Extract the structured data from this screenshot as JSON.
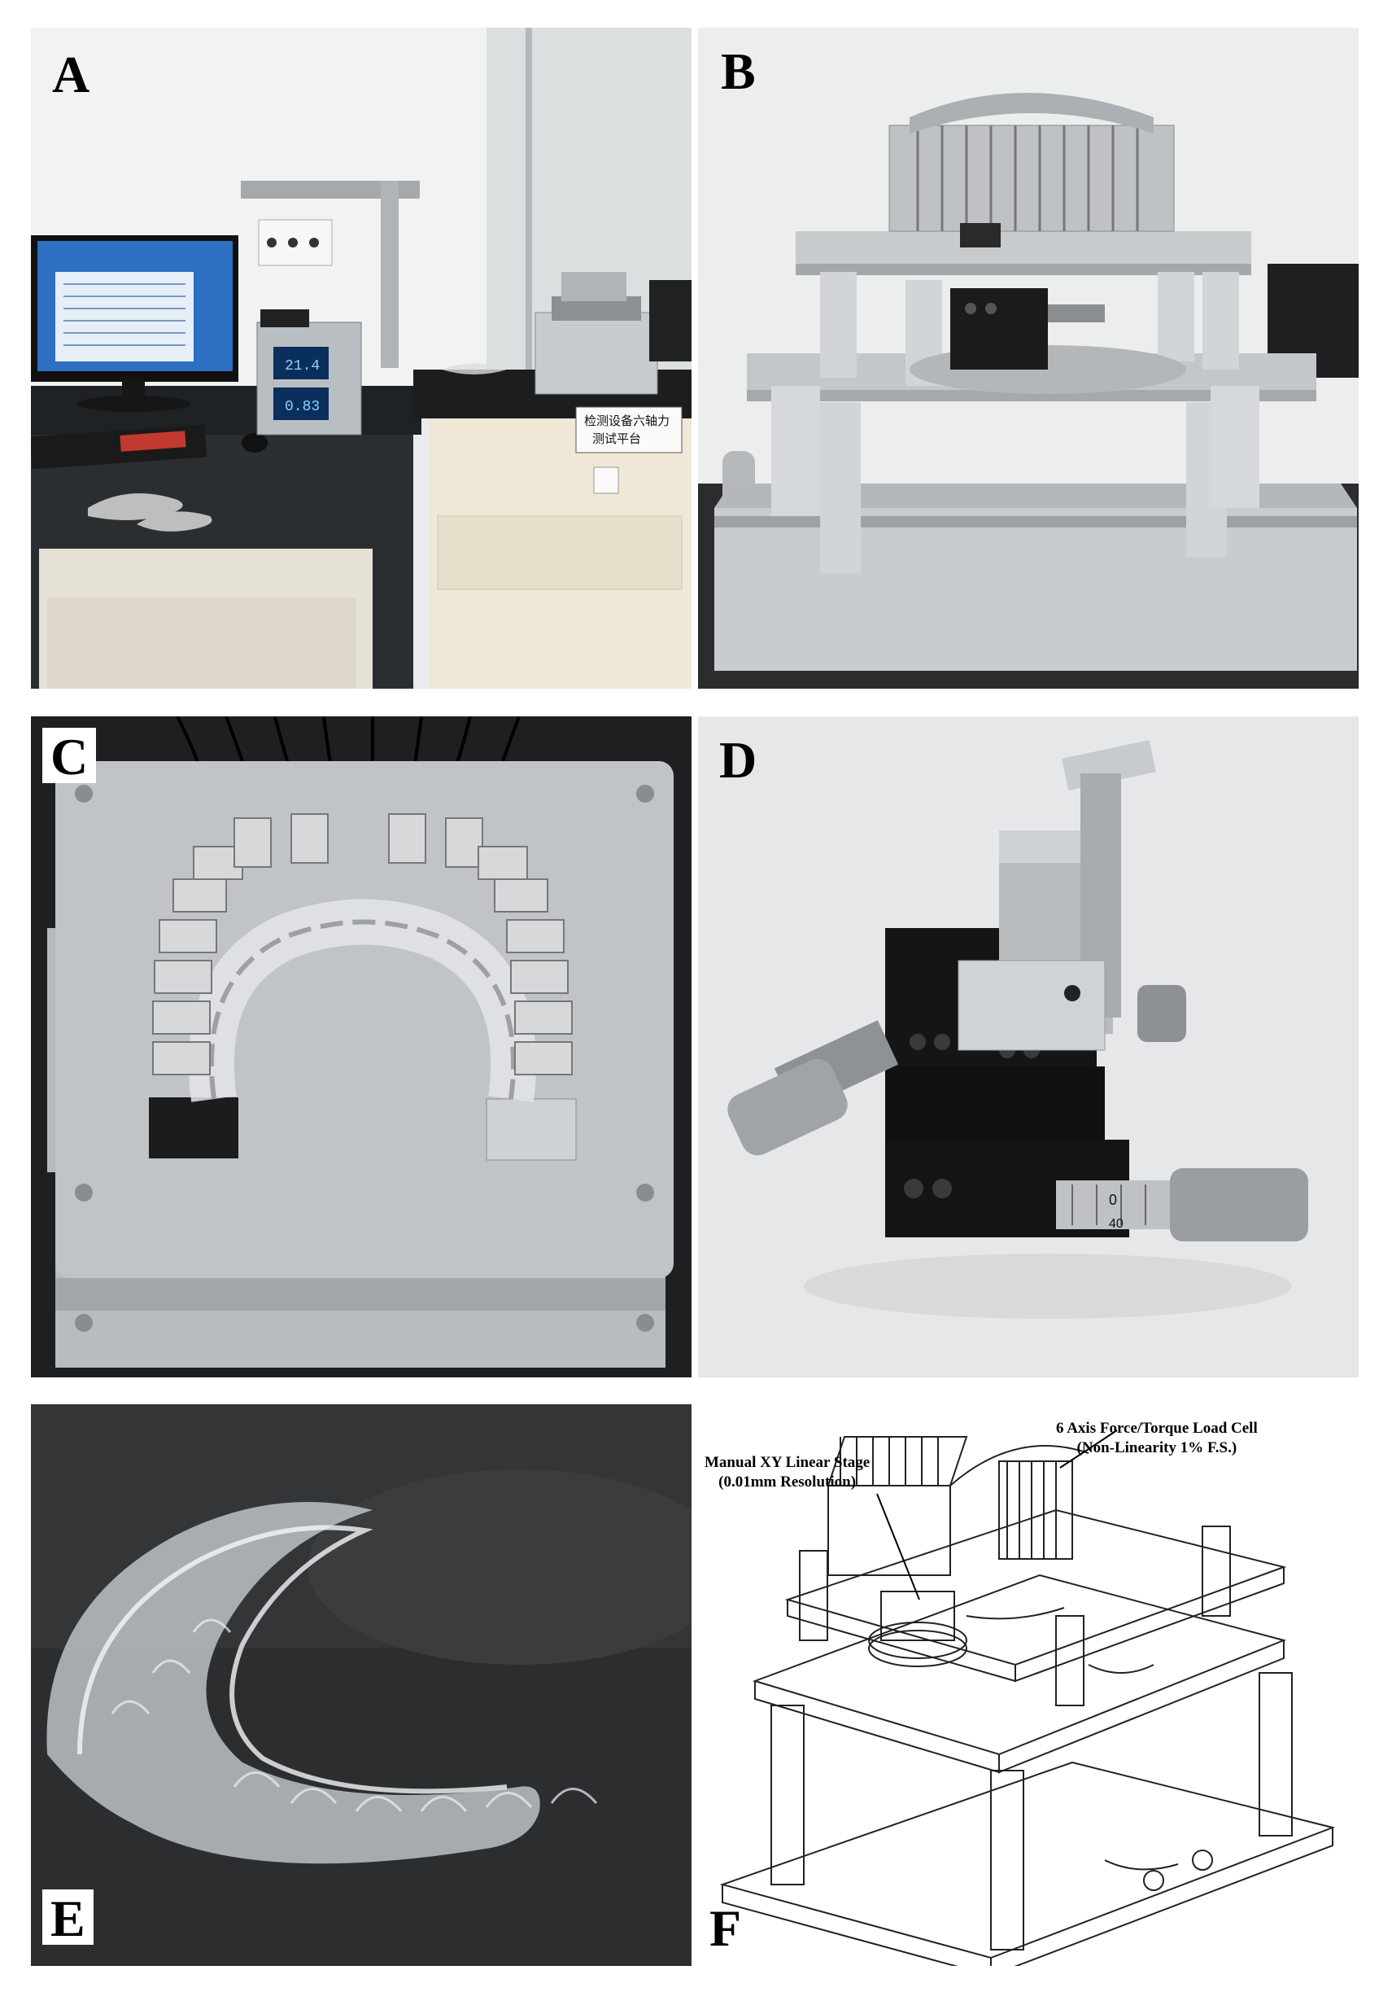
{
  "panels": {
    "a": {
      "label": "A",
      "signage": "检测设备六轴力\n测试平台",
      "psu_readings": [
        "21.4",
        "0.83"
      ]
    },
    "b": {
      "label": "B"
    },
    "c": {
      "label": "C"
    },
    "d": {
      "label": "D",
      "micrometer_scale_a": "0",
      "micrometer_scale_b": "40"
    },
    "e": {
      "label": "E"
    },
    "f": {
      "label": "F",
      "callout_load_cell": {
        "line1": "6 Axis Force/Torque Load Cell",
        "line2": "(Non-Linearity 1% F.S.)"
      },
      "callout_stage": {
        "line1": "Manual XY Linear Stage",
        "line2": "(0.01mm Resolution)"
      }
    }
  }
}
